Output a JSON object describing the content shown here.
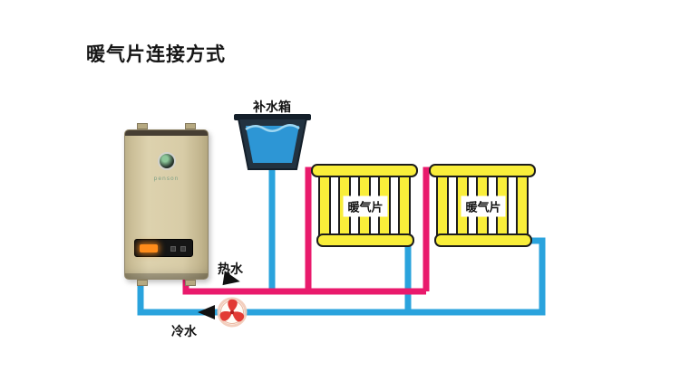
{
  "title": "暖气片连接方式",
  "boiler": {
    "brand": "penson"
  },
  "tank": {
    "label": "补水箱"
  },
  "radiators": [
    {
      "label": "暖气片"
    },
    {
      "label": "暖气片"
    }
  ],
  "pipes": {
    "hot_label": "热水",
    "cold_label": "冷水"
  },
  "colors": {
    "hot_pipe": "#e91a6c",
    "cold_pipe": "#2aa3dd",
    "radiator_fill": "#f9ee3a",
    "radiator_outline": "#1c1c1c",
    "tank_water": "#2d96d5",
    "tank_body": "#223240",
    "boiler_body": "#d5c9a5",
    "pump_blade": "#e23b34",
    "arrow": "#111111"
  }
}
